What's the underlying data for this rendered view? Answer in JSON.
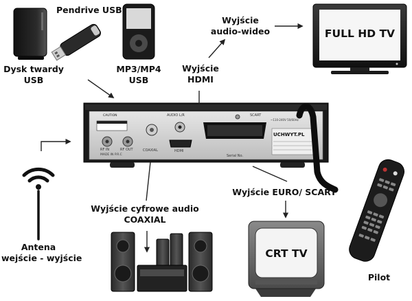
{
  "labels": {
    "hdd": [
      "Dysk twardy",
      "USB"
    ],
    "pendrive": "Pendrive USB",
    "mp3": [
      "MP3/MP4",
      "USB"
    ],
    "hdmi": [
      "Wyjście",
      "HDMI"
    ],
    "av_out": [
      "Wyjście",
      "audio-wideo"
    ],
    "full_hd_tv": "FULL HD TV",
    "crt_tv": "CRT TV",
    "coaxial": [
      "Wyjście cyfrowe audio",
      "COAXIAL"
    ],
    "scart": "Wyjście EURO/ SCART",
    "antenna": [
      "Antena",
      "wejście - wyjście"
    ],
    "remote": "Pilot"
  },
  "receiver_panel": {
    "caution": "CAUTION",
    "audio_lr": "AUDIO L/R",
    "scart": "SCART",
    "rf_in": "RF IN",
    "rf_out": "RF OUT",
    "coaxial": "COAXIAL",
    "hdmi": "HDMI",
    "made_in": "MADE IN P.R.C",
    "brand": "UCHWYT.PL",
    "serial": "Serial No.",
    "power": "~110-240V 50/60Hz"
  },
  "colors": {
    "label": "#111111",
    "arrow": "#222222",
    "receiver_body": "#1a1a1a",
    "receiver_panel": "#d8d8d8",
    "screen": "#f4f4f4"
  }
}
